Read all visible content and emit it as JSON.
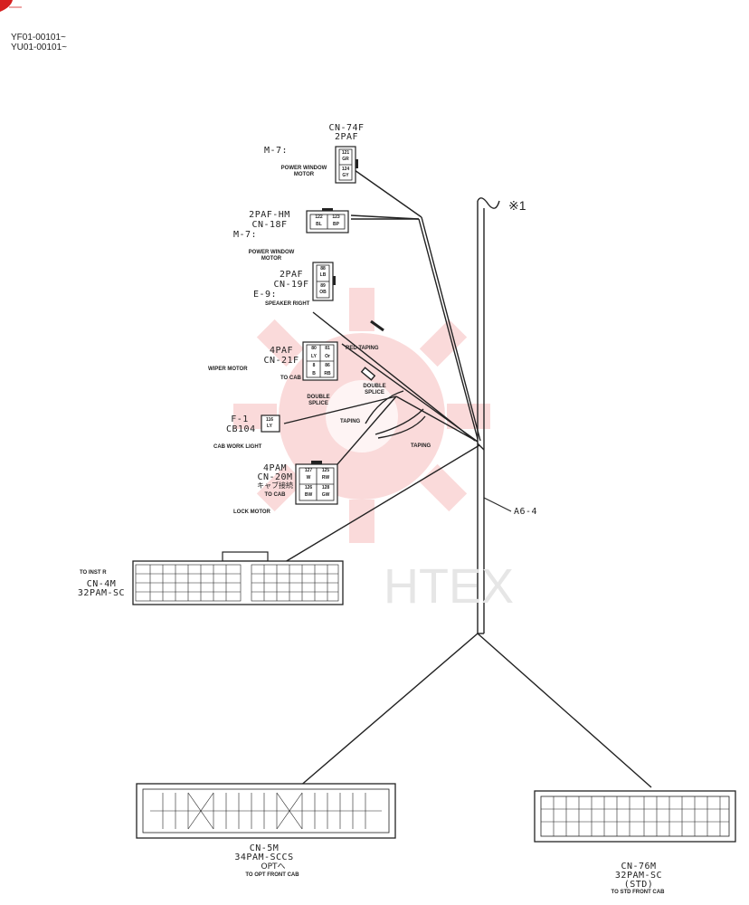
{
  "serials": [
    "YF01-00101~",
    "YU01-00101~"
  ],
  "watermark": {
    "text": "HTEX",
    "color": "#f4b3b3"
  },
  "accent_color": "#d61f1f",
  "trunk_refs": {
    "top": "※1",
    "side": "A6-4"
  },
  "connectors": {
    "cn74f": {
      "code": "CN-74F",
      "type": "2PAF",
      "ref": "M-7:",
      "desc": "POWER WINDOW\nMOTOR",
      "pins": [
        "121",
        "GR",
        "124",
        "GY"
      ]
    },
    "cn18f": {
      "type": "2PAF-HM",
      "code": "CN-18F",
      "ref": "M-7:",
      "desc": "POWER WINDOW\nMOTOR",
      "pins": [
        "122",
        "123",
        "BL",
        "BP"
      ]
    },
    "cn19f": {
      "type": "2PAF",
      "code": "CN-19F",
      "ref": "E-9:",
      "desc": "SPEAKER RIGHT",
      "pins": [
        "88",
        "LB",
        "89",
        "OB"
      ]
    },
    "cn21f": {
      "type": "4PAF",
      "code": "CN-21F",
      "desc": "WIPER MOTOR",
      "sub": "TO CAB",
      "pins": [
        "80",
        "81",
        "LY",
        "Or",
        "8",
        "86",
        "B",
        "RB"
      ]
    },
    "cb104": {
      "ref": "F-1",
      "code": "CB104",
      "desc": "CAB WORK LIGHT",
      "pins": [
        "116",
        "LY"
      ]
    },
    "cn20m": {
      "type": "4PAM",
      "code": "CN-20M",
      "jp": "キャブ接続",
      "sub": "TO CAB",
      "desc": "LOCK MOTOR",
      "pins": [
        "127",
        "125",
        "W",
        "RW",
        "126",
        "128",
        "BW",
        "GW"
      ]
    },
    "cn4m": {
      "to": "TO INST R",
      "code": "CN-4M",
      "type": "32PAM-SC"
    },
    "cn5m": {
      "code": "CN-5M",
      "type": "34PAM-SCCS",
      "opt": "OPTへ",
      "to": "TO OPT FRONT CAB"
    },
    "cn76m": {
      "code": "CN-76M",
      "type": "32PAM-SC",
      "std": "(STD)",
      "to": "TO STD FRONT CAB"
    }
  },
  "notes": {
    "red_taping": "RED TAPING",
    "double_splice_1": "DOUBLE\nSPLICE",
    "double_splice_2": "DOUBLE\nSPLICE",
    "taping_1": "TAPING",
    "taping_2": "TAPING"
  }
}
